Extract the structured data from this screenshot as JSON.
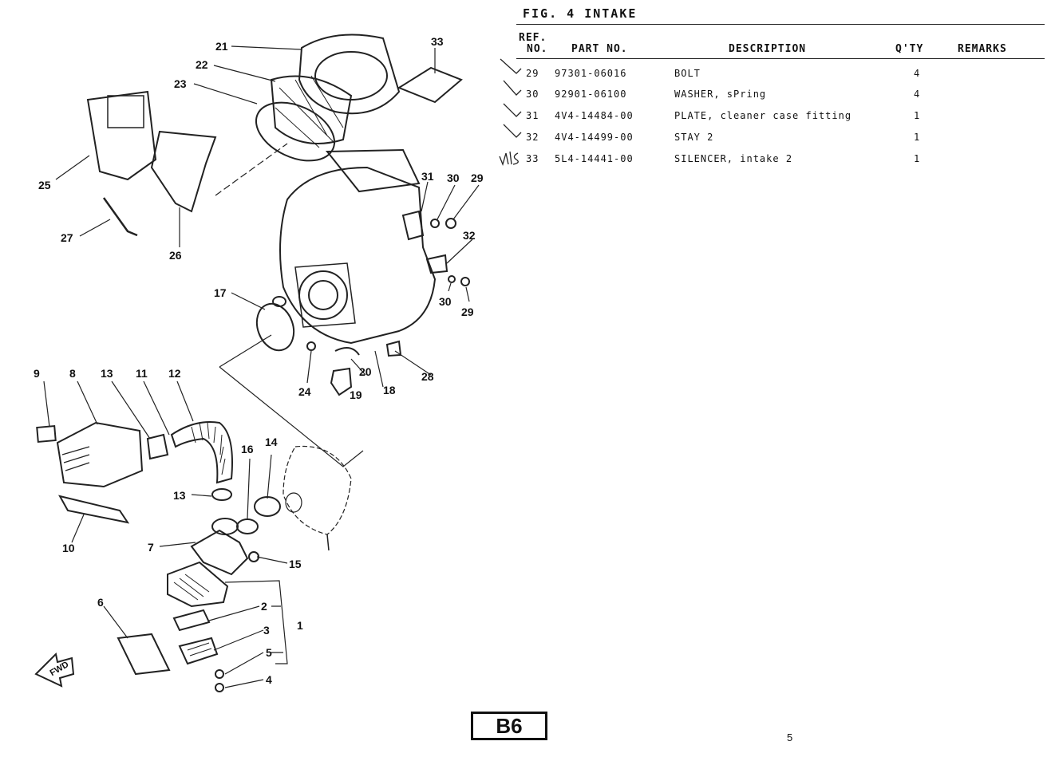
{
  "header": {
    "figure_title": "FIG. 4 INTAKE"
  },
  "table": {
    "columns": {
      "ref_line1": "REF.",
      "ref_line2": "NO.",
      "part_no": "PART NO.",
      "description": "DESCRIPTION",
      "qty": "Q'TY",
      "remarks": "REMARKS"
    },
    "rows": [
      {
        "ref": "29",
        "part_no": "97301-06016",
        "description": "BOLT",
        "qty": "4"
      },
      {
        "ref": "30",
        "part_no": "92901-06100",
        "description": "WASHER, sPring",
        "qty": "4"
      },
      {
        "ref": "31",
        "part_no": "4V4-14484-00",
        "description": "PLATE, cleaner case fitting",
        "qty": "1"
      },
      {
        "ref": "32",
        "part_no": "4V4-14499-00",
        "description": "STAY 2",
        "qty": "1"
      },
      {
        "ref": "33",
        "part_no": "5L4-14441-00",
        "description": "SILENCER, intake 2",
        "qty": "1"
      }
    ]
  },
  "diagram": {
    "callouts": [
      "21",
      "22",
      "23",
      "33",
      "25",
      "27",
      "26",
      "31",
      "30",
      "29",
      "32",
      "30",
      "29",
      "17",
      "24",
      "20",
      "19",
      "18",
      "28",
      "9",
      "8",
      "13",
      "11",
      "12",
      "16",
      "14",
      "13",
      "10",
      "7",
      "15",
      "2",
      "1",
      "3",
      "6",
      "5",
      "4"
    ],
    "fwd_label": "FWD"
  },
  "footer": {
    "section_code": "B6",
    "page_number": "5"
  }
}
